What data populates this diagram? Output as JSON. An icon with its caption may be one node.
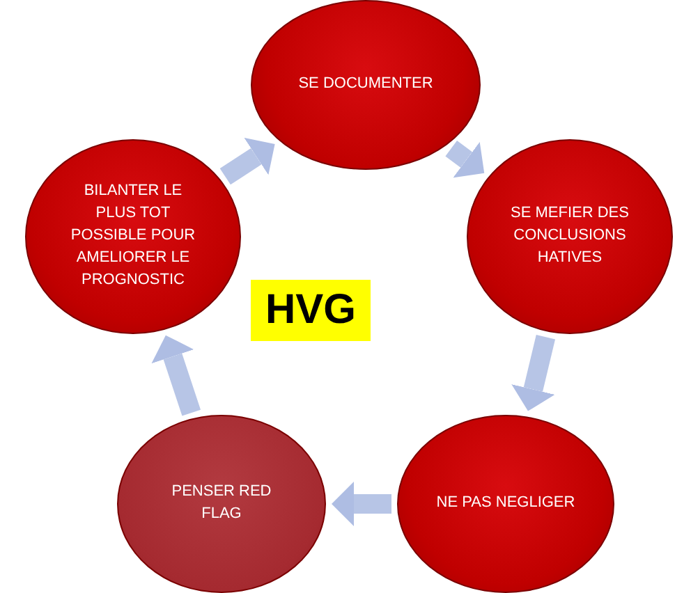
{
  "diagram": {
    "nodes": [
      {
        "text": [
          "SE DOCUMENTER"
        ]
      },
      {
        "text": [
          "SE MEFIER DES CONCLUSIONS HATIVES"
        ]
      },
      {
        "text": [
          "NE PAS NEGLIGER"
        ]
      },
      {
        "text": [
          "PENSER RED FLAG"
        ]
      },
      {
        "text": [
          "BILANTER LE PLUS TOT POSSIBLE POUR AMELIORER LE PROGNOSTIC"
        ]
      },
      {
        "text": [
          "HVG"
        ]
      }
    ],
    "edges": [
      {
        "from": 0,
        "to": 1,
        "arrow": "to"
      },
      {
        "from": 1,
        "to": 2,
        "arrow": "to"
      },
      {
        "from": 2,
        "to": 3,
        "arrow": "to"
      },
      {
        "from": 3,
        "to": 4,
        "arrow": "to"
      },
      {
        "from": 4,
        "to": 0,
        "arrow": "to"
      }
    ]
  }
}
